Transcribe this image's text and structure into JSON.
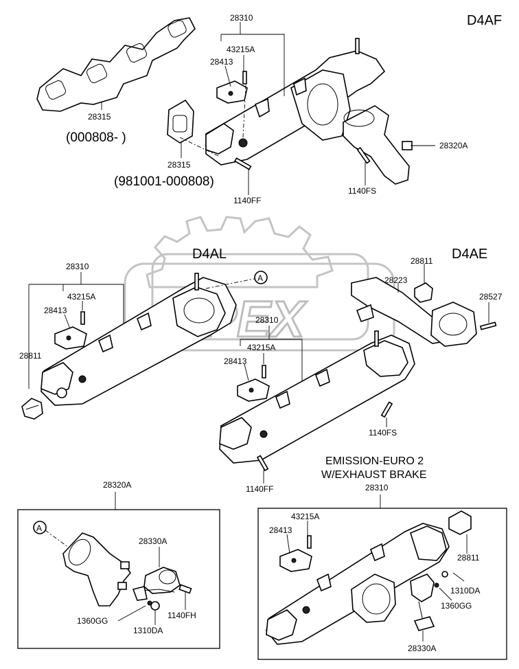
{
  "engines": {
    "d4af": "D4AF",
    "d4al": "D4AL",
    "d4ae": "D4AE"
  },
  "watermark": {
    "text": "OPEX"
  },
  "sections": {
    "emission_title_line1": "EMISSION-EURO 2",
    "emission_title_line2": "W/EXHAUST BRAKE"
  },
  "labels": {
    "d4af_manifold": "28310",
    "d4af_stud": "43215A",
    "d4af_bracket": "28413",
    "d4af_gasket_new": "28315",
    "d4af_gasket_new_range": "(000808- )",
    "d4af_gasket_old": "28315",
    "d4af_gasket_old_range": "(981001-000808)",
    "d4af_bolt_ff": "1140FF",
    "d4af_bolt_fs": "1140FS",
    "d4af_elbow": "28320A",
    "d4al_manifold": "28310",
    "d4al_stud": "43215A",
    "d4al_bracket": "28413",
    "d4al_plug": "28811",
    "ref_a": "A",
    "d4ae_plug": "28811",
    "d4ae_pipe": "28223",
    "d4ae_bolt": "28527",
    "d4ae_manifold": "28310",
    "d4ae_stud": "43215A",
    "d4ae_bracket": "28413",
    "d4ae_bolt_fs": "1140FS",
    "d4ae_bolt_ff": "1140FF",
    "box_a_elbow": "28320A",
    "box_a_ref": "A",
    "box_a_brake": "28330A",
    "box_a_nut_gg": "1360GG",
    "box_a_nut_da": "1310DA",
    "box_a_bolt_fh": "1140FH",
    "euro_manifold": "28310",
    "euro_stud": "43215A",
    "euro_bracket": "28413",
    "euro_plug": "28811",
    "euro_nut_da": "1310DA",
    "euro_nut_gg": "1360GG",
    "euro_brake": "28330A"
  }
}
